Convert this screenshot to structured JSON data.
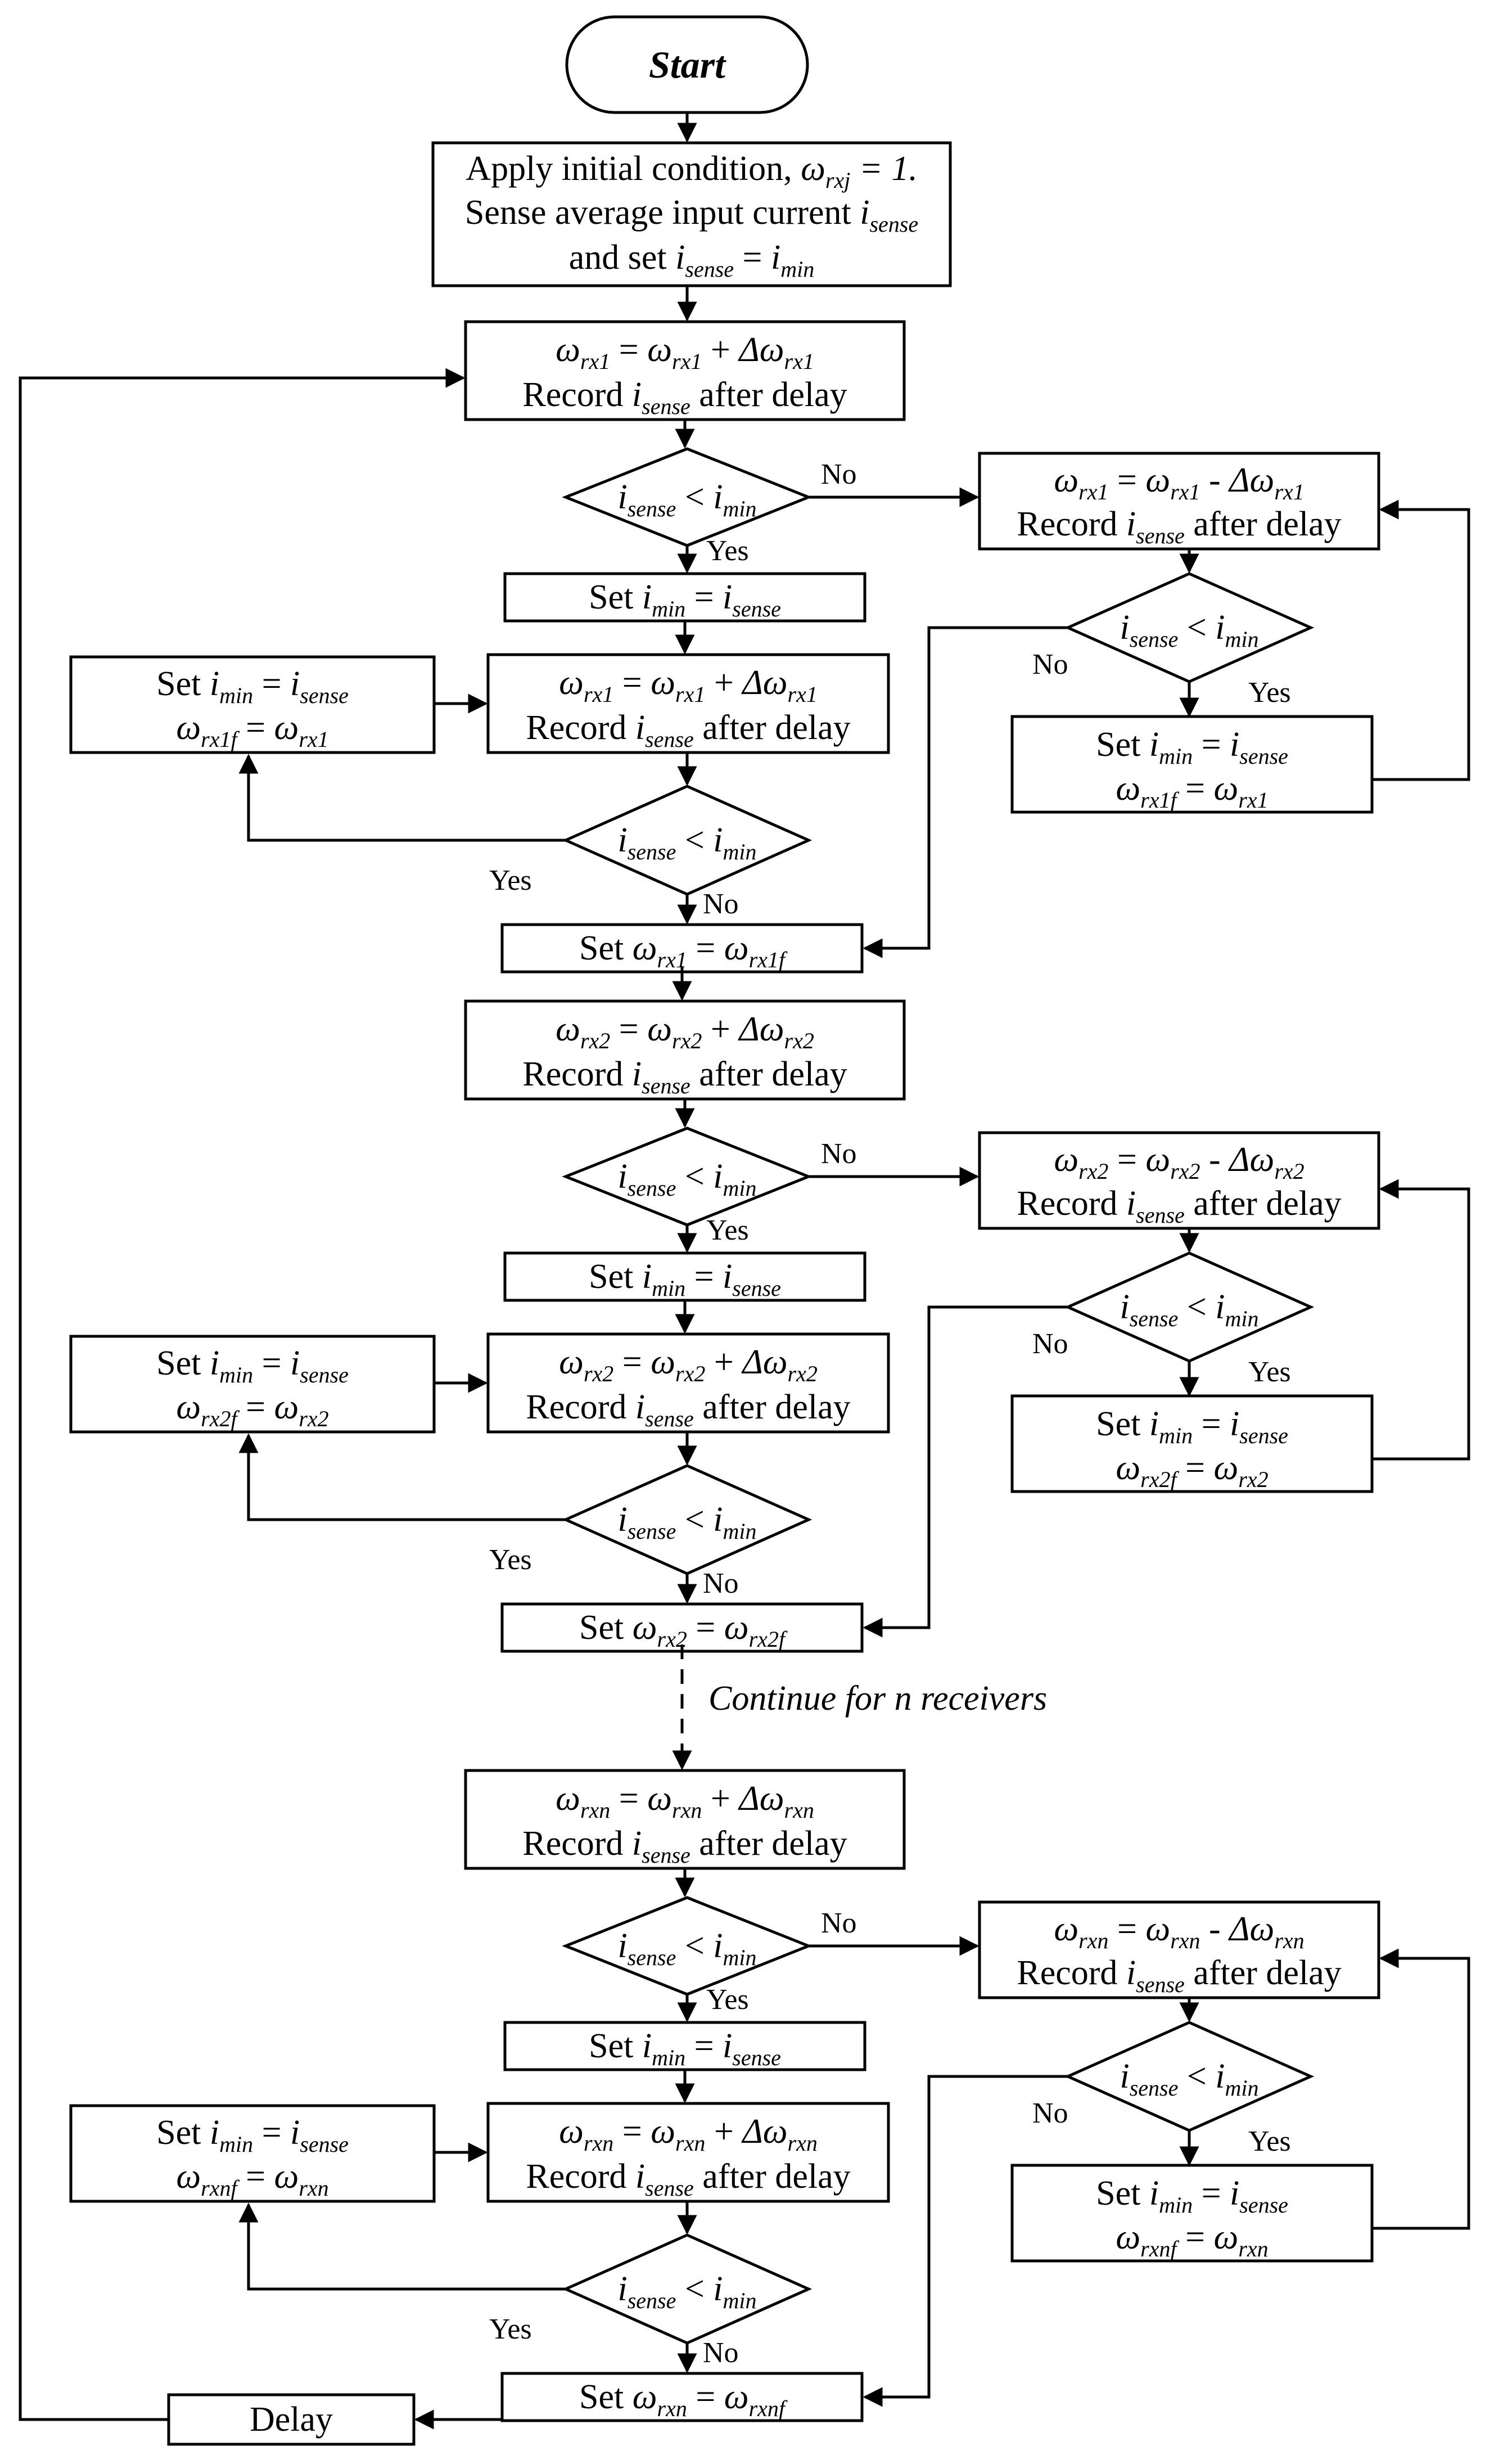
{
  "start": {
    "label": "Start"
  },
  "init": {
    "line1": [
      "Apply initial condition, ",
      "ω",
      "rxj",
      " = 1."
    ],
    "line2": [
      "Sense average input current ",
      "i",
      "sense"
    ],
    "line3": [
      "and set ",
      "i",
      "sense",
      " = ",
      "i",
      "min"
    ]
  },
  "labels": {
    "yes": "Yes",
    "no": "No",
    "record": "Record ",
    "after_delay": " after delay",
    "set": "Set ",
    "i": "i",
    "sense": "sense",
    "min": "min",
    "omega": "ω",
    "delta": "Δω",
    "lt": " < ",
    "eq": " = ",
    "plus": " + ",
    "minus": " - ",
    "delay": "Delay",
    "continue": "Continue for n receivers"
  },
  "stages": [
    {
      "idx": "1",
      "rx": "rx1",
      "rxf": "rx1f"
    },
    {
      "idx": "2",
      "rx": "rx2",
      "rxf": "rx2f"
    },
    {
      "idx": "n",
      "rx": "rxn",
      "rxf": "rxnf"
    }
  ]
}
